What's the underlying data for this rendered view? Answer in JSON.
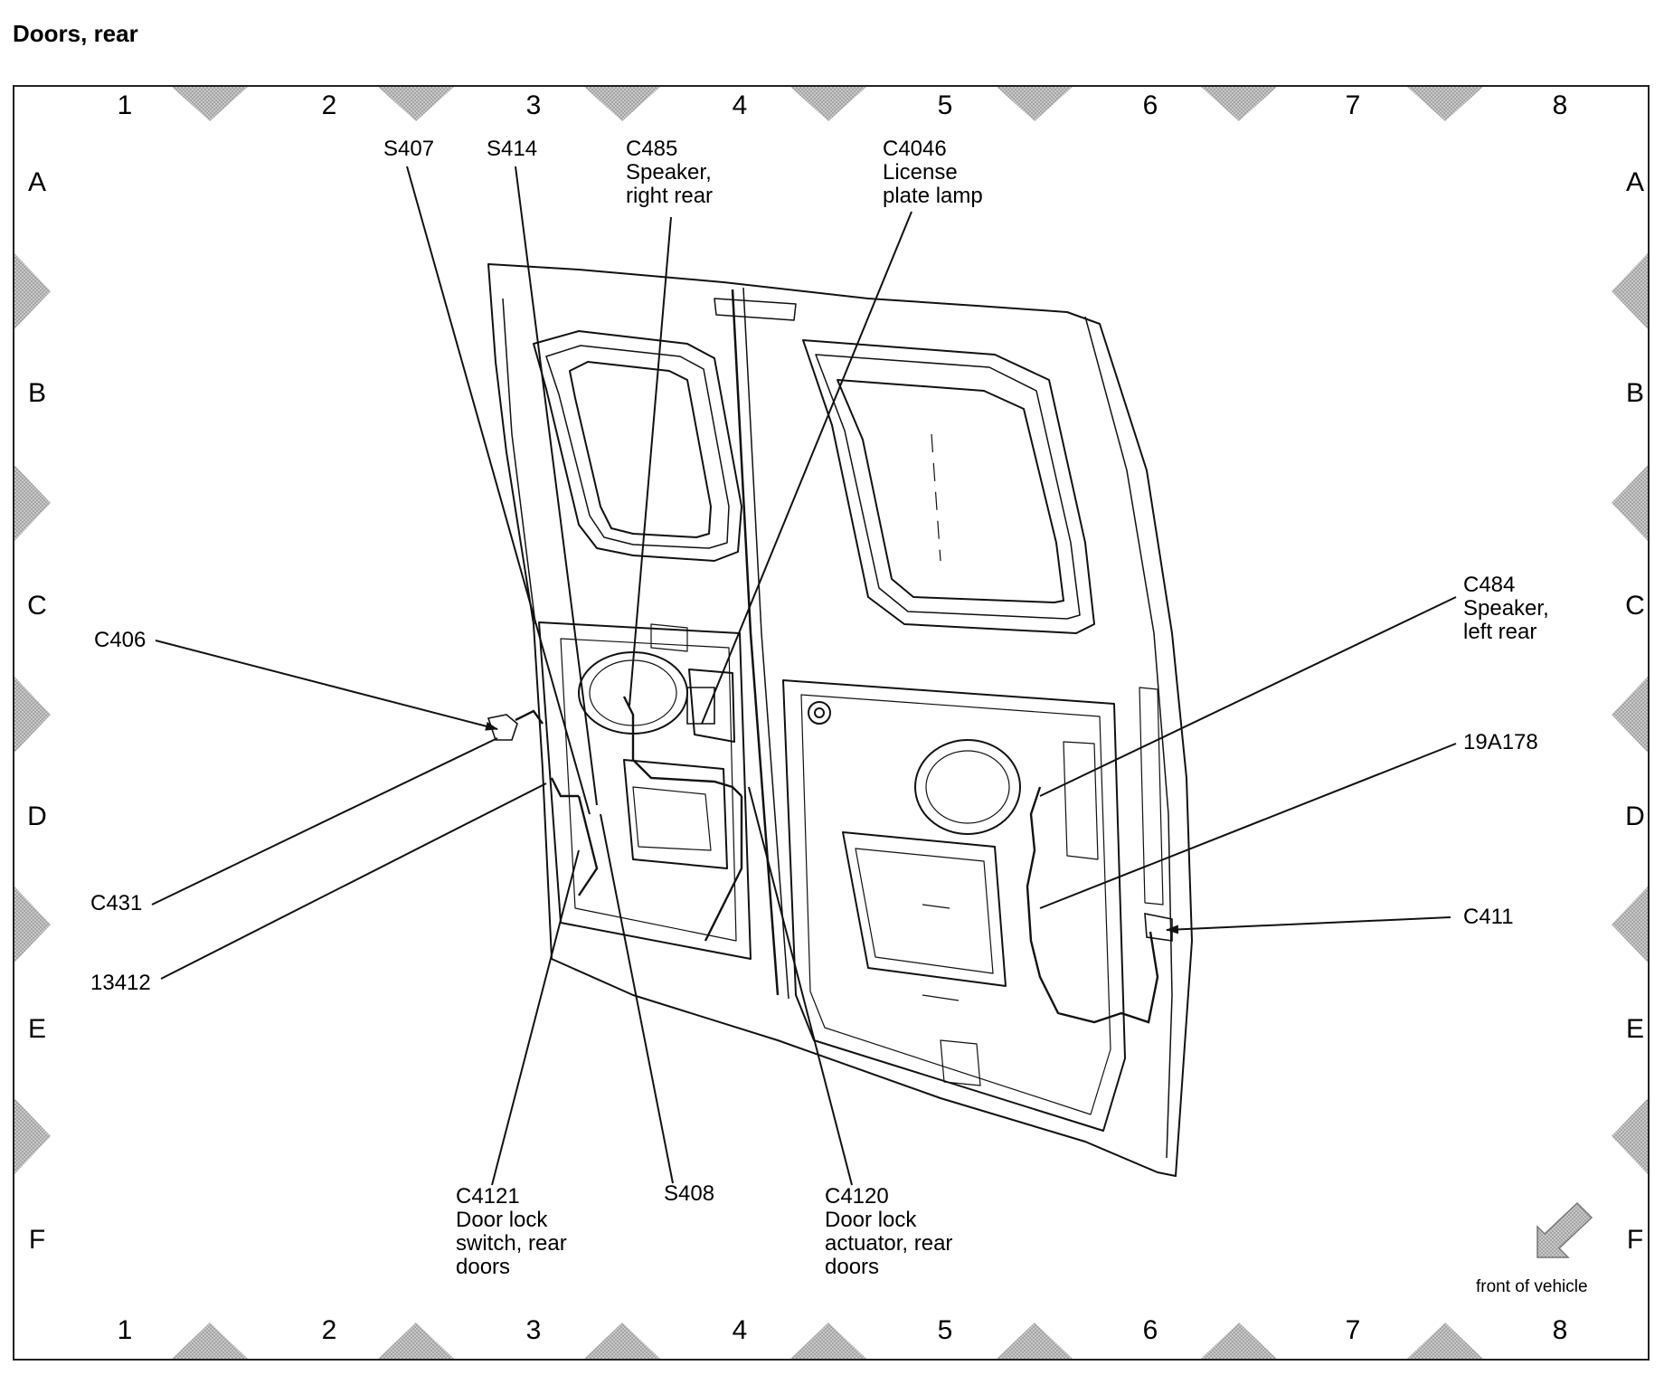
{
  "title": "Doors, rear",
  "grid": {
    "columns": [
      "1",
      "2",
      "3",
      "4",
      "5",
      "6",
      "7",
      "8"
    ],
    "rows": [
      "A",
      "B",
      "C",
      "D",
      "E",
      "F"
    ]
  },
  "callouts": {
    "s407": [
      "S407"
    ],
    "s414": [
      "S414"
    ],
    "c485": [
      "C485",
      "Speaker,",
      "right rear"
    ],
    "c4046": [
      "C4046",
      "License",
      "plate lamp"
    ],
    "c484": [
      "C484",
      "Speaker,",
      "left rear"
    ],
    "c406": [
      "C406"
    ],
    "r19a178": [
      "19A178"
    ],
    "c431": [
      "C431"
    ],
    "c411": [
      "C411"
    ],
    "r13412": [
      "13412"
    ],
    "c4121": [
      "C4121",
      "Door lock",
      "switch, rear",
      "doors"
    ],
    "s408": [
      "S408"
    ],
    "c4120": [
      "C4120",
      "Door lock",
      "actuator, rear",
      "doors"
    ]
  },
  "front_of_vehicle": "front of vehicle",
  "colors": {
    "line": "#111111",
    "marker": "#9a9a9a",
    "frame": "#222222"
  }
}
